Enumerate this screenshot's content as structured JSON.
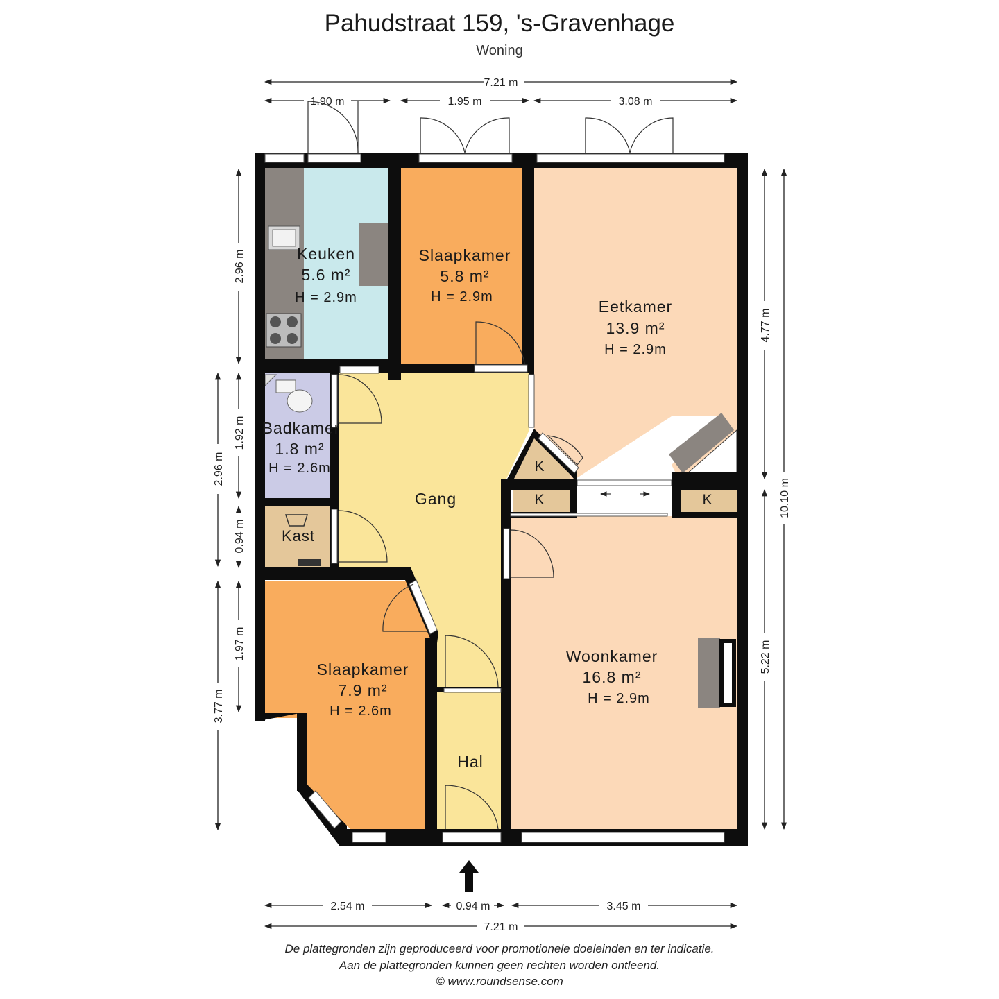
{
  "header": {
    "title": "Pahudstraat 159, 's-Gravenhage",
    "subtitle": "Woning"
  },
  "rooms": {
    "keuken": {
      "name": "Keuken",
      "area": "5.6 m²",
      "height": "H = 2.9m"
    },
    "slaapkamer_top": {
      "name": "Slaapkamer",
      "area": "5.8 m²",
      "height": "H = 2.9m"
    },
    "eetkamer": {
      "name": "Eetkamer",
      "area": "13.9 m²",
      "height": "H = 2.9m"
    },
    "badkamer": {
      "name": "Badkamer",
      "area": "1.8 m²",
      "height": "H = 2.6m"
    },
    "gang": {
      "name": "Gang"
    },
    "kast": {
      "name": "Kast"
    },
    "slaapkamer_bottom": {
      "name": "Slaapkamer",
      "area": "7.9 m²",
      "height": "H = 2.6m"
    },
    "woonkamer": {
      "name": "Woonkamer",
      "area": "16.8 m²",
      "height": "H = 2.9m"
    },
    "hal": {
      "name": "Hal"
    },
    "closets": [
      "K",
      "K",
      "K"
    ]
  },
  "dimensions": {
    "top_total": "7.21 m",
    "top_segments": [
      "1.90 m",
      "1.95 m",
      "3.08 m"
    ],
    "bottom_segments": [
      "2.54 m",
      "0.94 m",
      "3.45 m"
    ],
    "bottom_total": "7.21 m",
    "left_outer": [
      "2.96 m",
      "2.96 m",
      "3.77 m"
    ],
    "left_inner": [
      "1.92 m",
      "0.94 m",
      "1.97 m"
    ],
    "right_inner": [
      "4.77 m",
      "5.22 m"
    ],
    "right_outer": "10.10 m"
  },
  "colors": {
    "keuken": "#c9e9ec",
    "slaapkamer": "#f9ac5d",
    "eetkamer": "#fcd9b8",
    "gang": "#fae59a",
    "badkamer": "#cbcbe6",
    "kast": "#e4c79a",
    "woonkamer": "#fcd9b8",
    "wall": "#0d0d0d",
    "counter": "#8b8580"
  },
  "footer": {
    "line1": "De plattegronden zijn geproduceerd voor promotionele doeleinden en ter indicatie.",
    "line2": "Aan de plattegronden kunnen geen rechten worden ontleend.",
    "line3": "© www.roundsense.com"
  }
}
